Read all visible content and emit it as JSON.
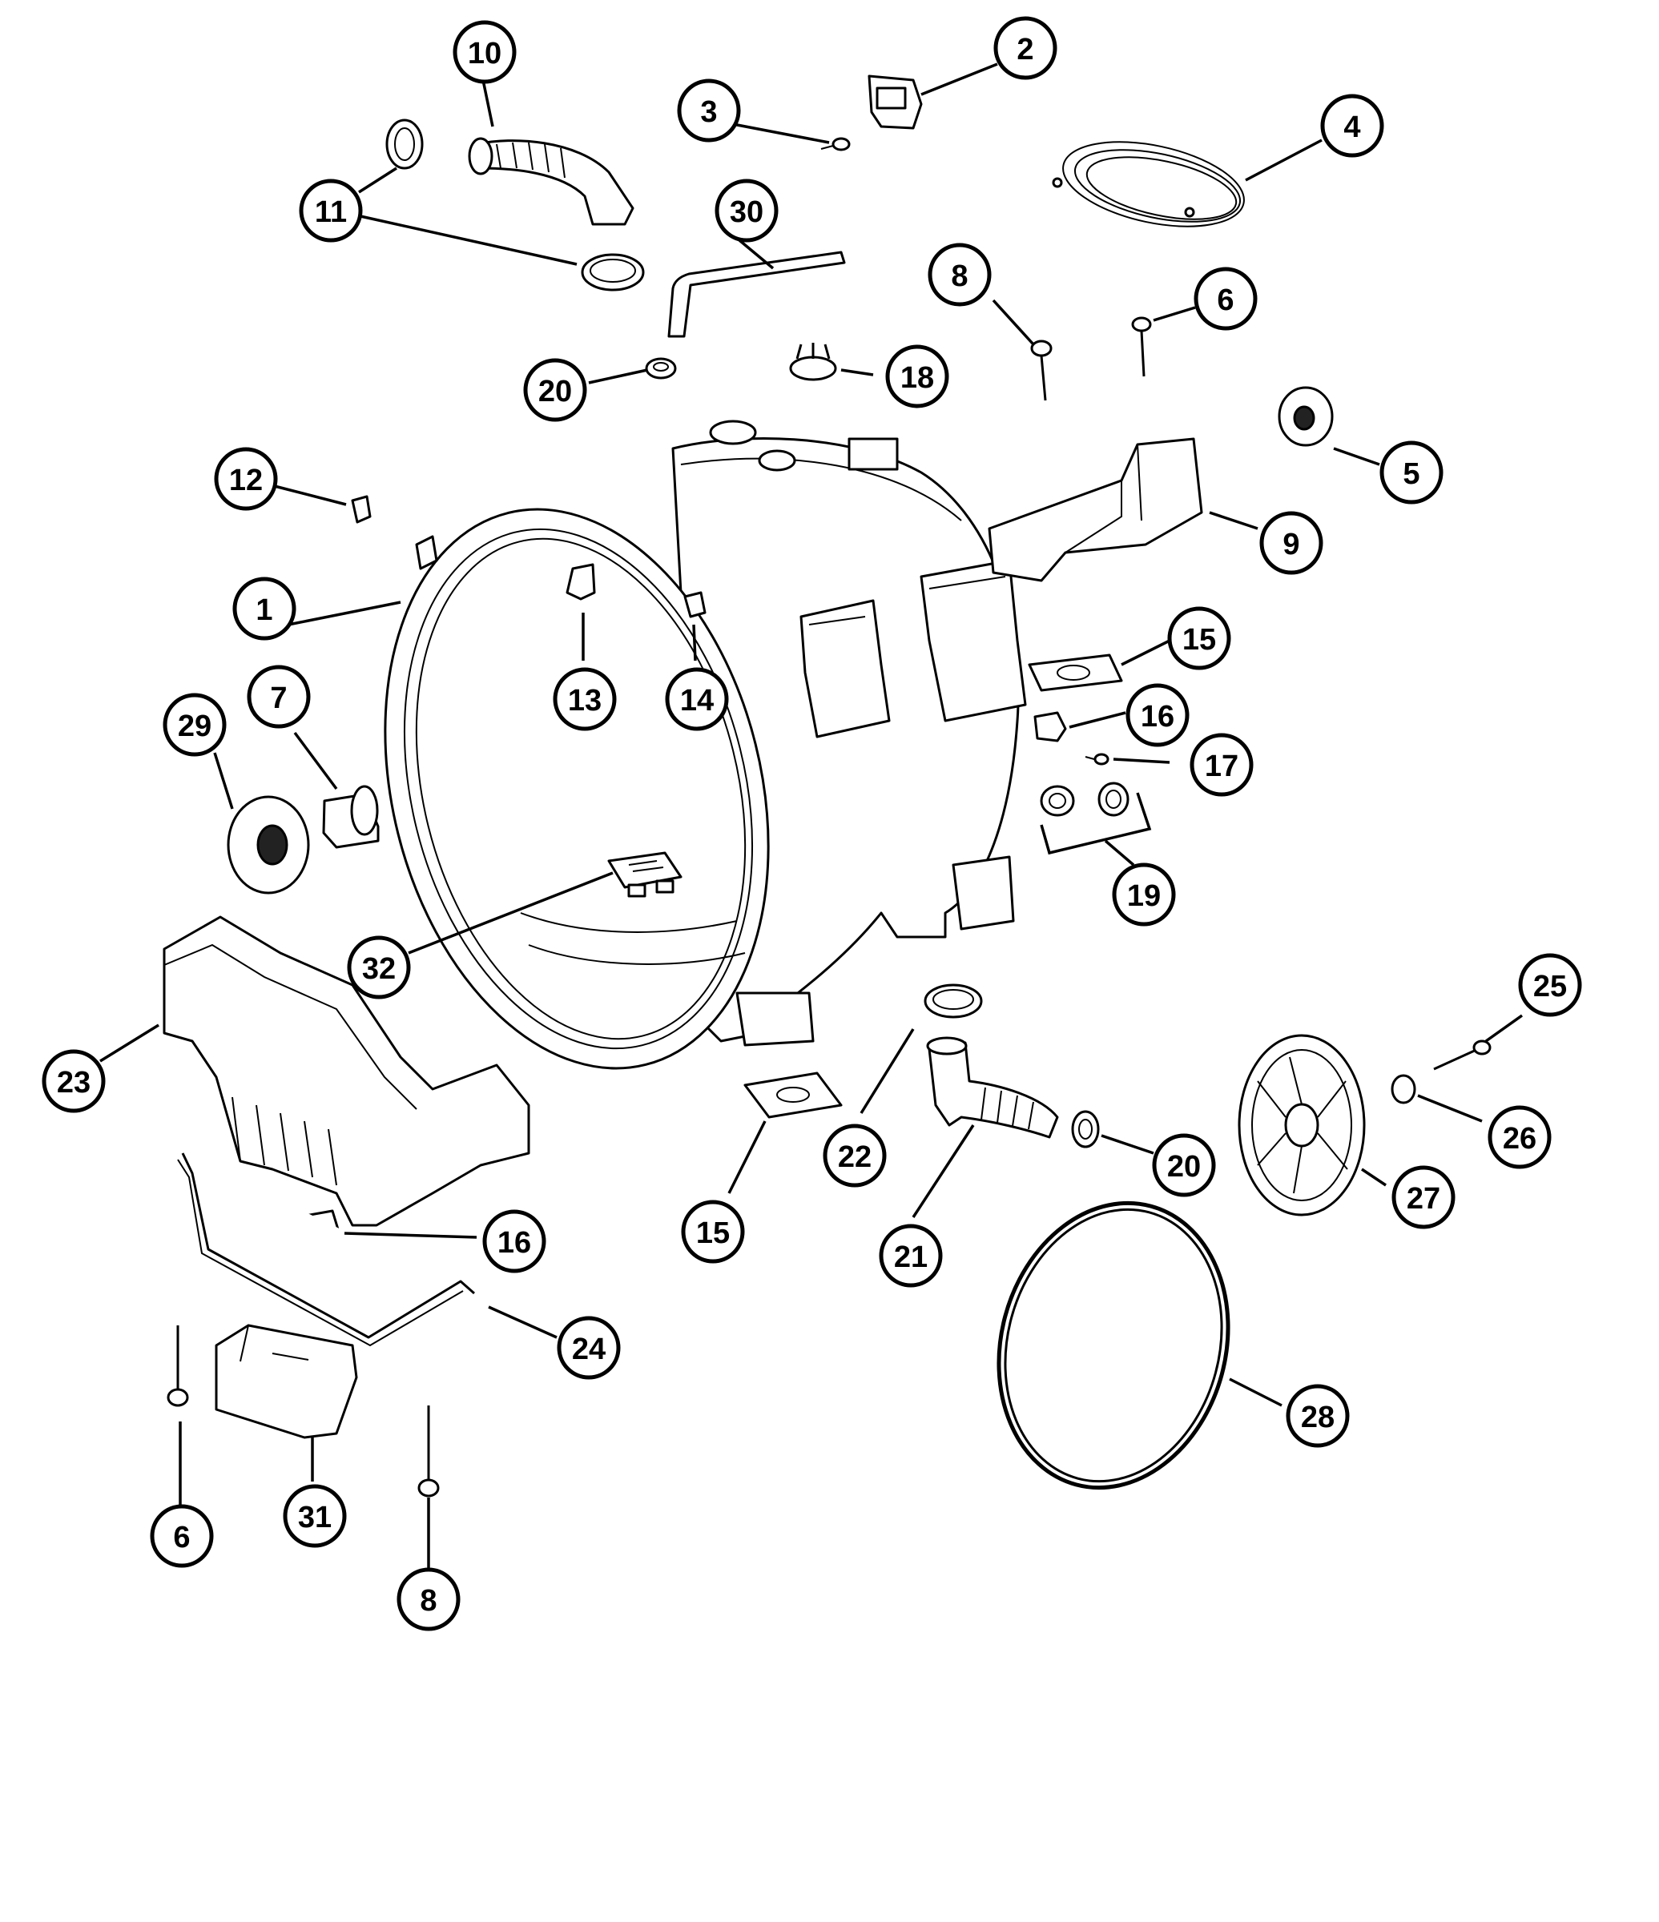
{
  "diagram": {
    "callouts": [
      {
        "label": "1"
      },
      {
        "label": "2"
      },
      {
        "label": "3"
      },
      {
        "label": "4"
      },
      {
        "label": "5"
      },
      {
        "label": "6"
      },
      {
        "label": "6"
      },
      {
        "label": "7"
      },
      {
        "label": "8"
      },
      {
        "label": "8"
      },
      {
        "label": "9"
      },
      {
        "label": "10"
      },
      {
        "label": "11"
      },
      {
        "label": "12"
      },
      {
        "label": "13"
      },
      {
        "label": "14"
      },
      {
        "label": "15"
      },
      {
        "label": "15"
      },
      {
        "label": "16"
      },
      {
        "label": "16"
      },
      {
        "label": "17"
      },
      {
        "label": "18"
      },
      {
        "label": "19"
      },
      {
        "label": "20"
      },
      {
        "label": "20"
      },
      {
        "label": "21"
      },
      {
        "label": "22"
      },
      {
        "label": "23"
      },
      {
        "label": "24"
      },
      {
        "label": "25"
      },
      {
        "label": "26"
      },
      {
        "label": "27"
      },
      {
        "label": "28"
      },
      {
        "label": "29"
      },
      {
        "label": "30"
      },
      {
        "label": "31"
      },
      {
        "label": "32"
      }
    ]
  }
}
